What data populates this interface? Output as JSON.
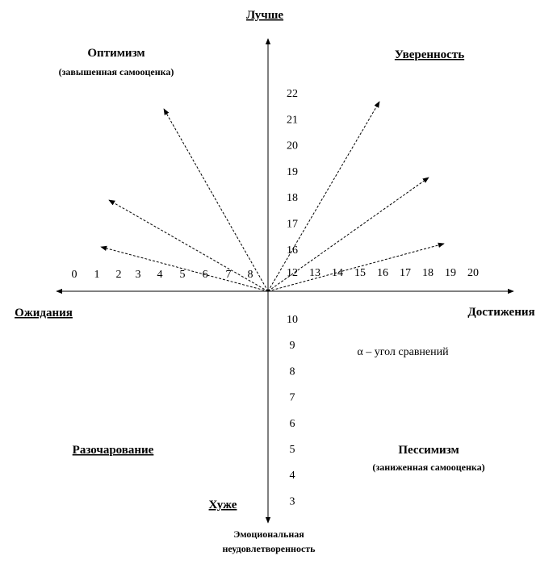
{
  "labels": {
    "better": "Лучше",
    "worse": "Хуже",
    "expectations": "Ожидания",
    "achievements": "Достижения",
    "optimism": "Оптимизм",
    "optimism_note": "(завышенная самооценка)",
    "confidence": "Уверенность",
    "disappointment": "Разочарование",
    "pessimism": "Пессимизм",
    "pessimism_note": "(заниженная самооценка)",
    "alpha_note": "α – угол сравнений",
    "emotional_1": "Эмоциональная",
    "emotional_2": "неудовлетворенность"
  },
  "left_ticks": [
    "0",
    "1",
    "2",
    "3",
    "4",
    "5",
    "6",
    "7",
    "8"
  ],
  "right_ticks": [
    "12",
    "13",
    "14",
    "15",
    "16",
    "17",
    "18",
    "19",
    "20"
  ],
  "upper_ticks": [
    "22",
    "21",
    "20",
    "19",
    "18",
    "17",
    "16"
  ],
  "lower_ticks": [
    "10",
    "9",
    "8",
    "7",
    "6",
    "5",
    "4",
    "3"
  ]
}
